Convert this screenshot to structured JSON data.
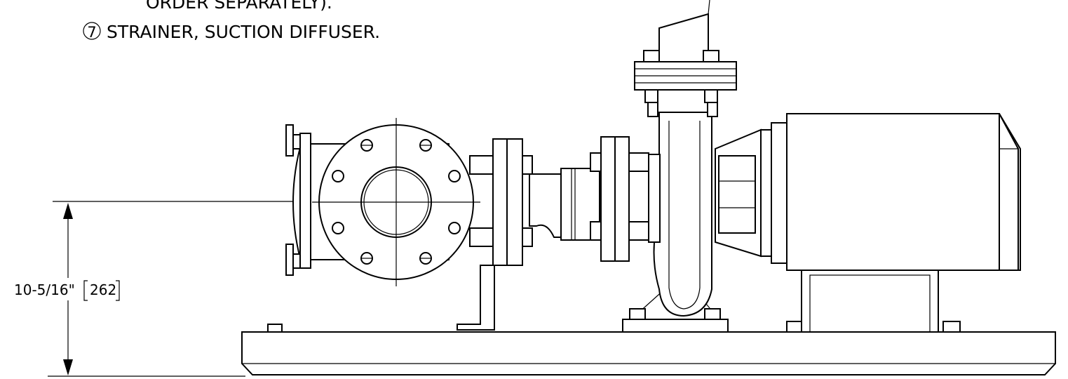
{
  "notes": {
    "line_6_continued": "ORDER SEPARATELY).",
    "line_7_number": "7",
    "line_7_text": "STRAINER, SUCTION DIFFUSER."
  },
  "dimensions": {
    "height_to_suction_centerline": "10-5/16\"",
    "height_to_suction_centerline_mm": "262"
  }
}
